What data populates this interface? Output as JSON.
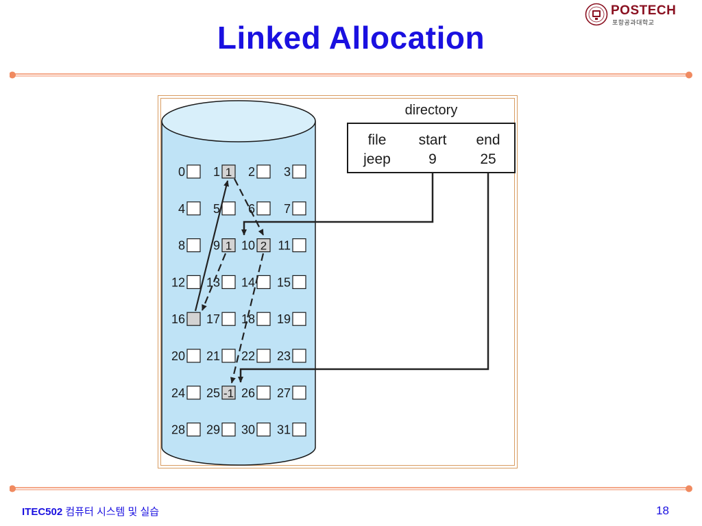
{
  "header": {
    "title": "Linked Allocation",
    "logo_name": "POSTECH",
    "logo_subtitle": "포항공과대학교"
  },
  "figure": {
    "directory_label": "directory",
    "table": {
      "columns": [
        "file",
        "start",
        "end"
      ],
      "rows": [
        [
          "jeep",
          "9",
          "25"
        ]
      ]
    },
    "blocks": [
      "0",
      "1",
      "2",
      "3",
      "4",
      "5",
      "6",
      "7",
      "8",
      "9",
      "10",
      "11",
      "12",
      "13",
      "14",
      "15",
      "16",
      "17",
      "18",
      "19",
      "20",
      "21",
      "22",
      "23",
      "24",
      "25",
      "26",
      "27",
      "28",
      "29",
      "30",
      "31"
    ],
    "pointer_values": [
      {
        "block": 1,
        "value": "1"
      },
      {
        "block": 9,
        "value": "1"
      },
      {
        "block": 10,
        "value": "2"
      },
      {
        "block": 16,
        "value": ""
      },
      {
        "block": 25,
        "value": "-1"
      }
    ],
    "cylinder_color": "#bfe3f6",
    "used_block_color": "#d3d3d3"
  },
  "footer": {
    "course": "ITEC502",
    "course_title": "컴퓨터 시스템 및 실습",
    "page": "18"
  },
  "colors": {
    "title": "#1a10e0",
    "rule": "#f08a60",
    "frame": "#d89b60"
  }
}
